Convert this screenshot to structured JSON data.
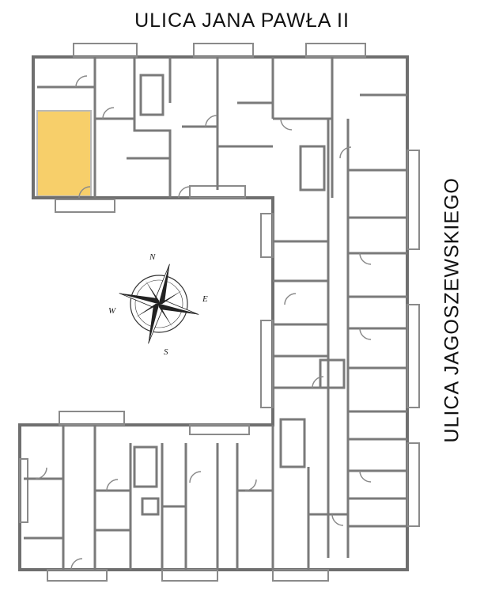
{
  "streets": {
    "north": "ULICA  JANA PAWŁA II",
    "east": "ULICA  JAGOSZEWSKIEGO"
  },
  "compass": {
    "n": "N",
    "e": "E",
    "s": "S",
    "w": "W"
  },
  "colors": {
    "wall": "#6f6f6f",
    "highlight_apartment": "#f7cf6a",
    "highlight_border": "#b9b9b9",
    "background": "#ffffff"
  }
}
